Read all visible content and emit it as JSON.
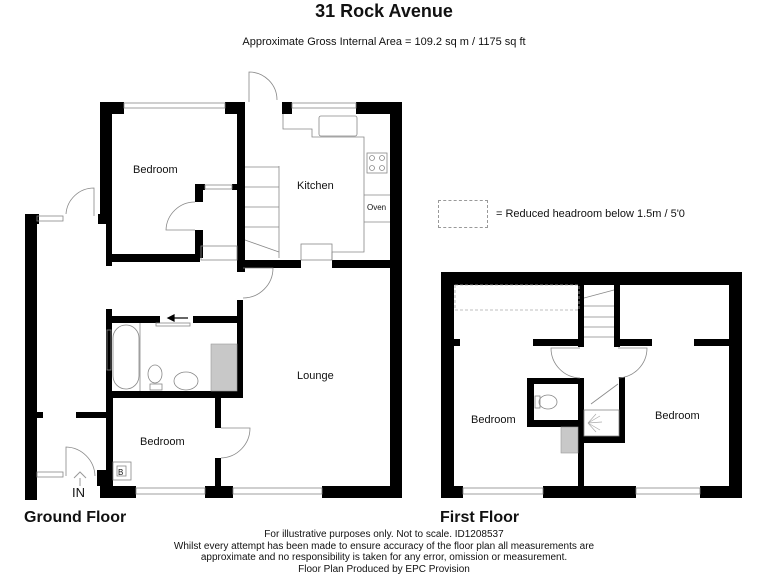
{
  "header": {
    "title": "31 Rock Avenue",
    "area": "Approximate Gross Internal Area = 109.2 sq m / 1175 sq ft"
  },
  "legend": {
    "text": "= Reduced headroom below 1.5m / 5'0"
  },
  "floors": [
    {
      "label": "Ground Floor",
      "rooms": [
        {
          "name": "Bedroom"
        },
        {
          "name": "Kitchen"
        },
        {
          "name": "Oven"
        },
        {
          "name": "Lounge"
        },
        {
          "name": "Bedroom"
        }
      ],
      "entrance": "IN",
      "boiler": "B"
    },
    {
      "label": "First Floor",
      "rooms": [
        {
          "name": "Bedroom"
        },
        {
          "name": "Bedroom"
        }
      ]
    }
  ],
  "footer": {
    "line1": "For illustrative purposes only. Not to scale. ID1208537",
    "line2": "Whilst every attempt has been made to ensure accuracy of the floor plan all measurements are",
    "line3": "approximate and no responsibility is taken for any error, omission or measurement.",
    "line4": "Floor Plan Produced by EPC Provision"
  },
  "colors": {
    "wall": "#000000",
    "fixture_line": "#888888",
    "shaded": "#c8c8c8",
    "headroom_dash": "#aaaaaa"
  }
}
